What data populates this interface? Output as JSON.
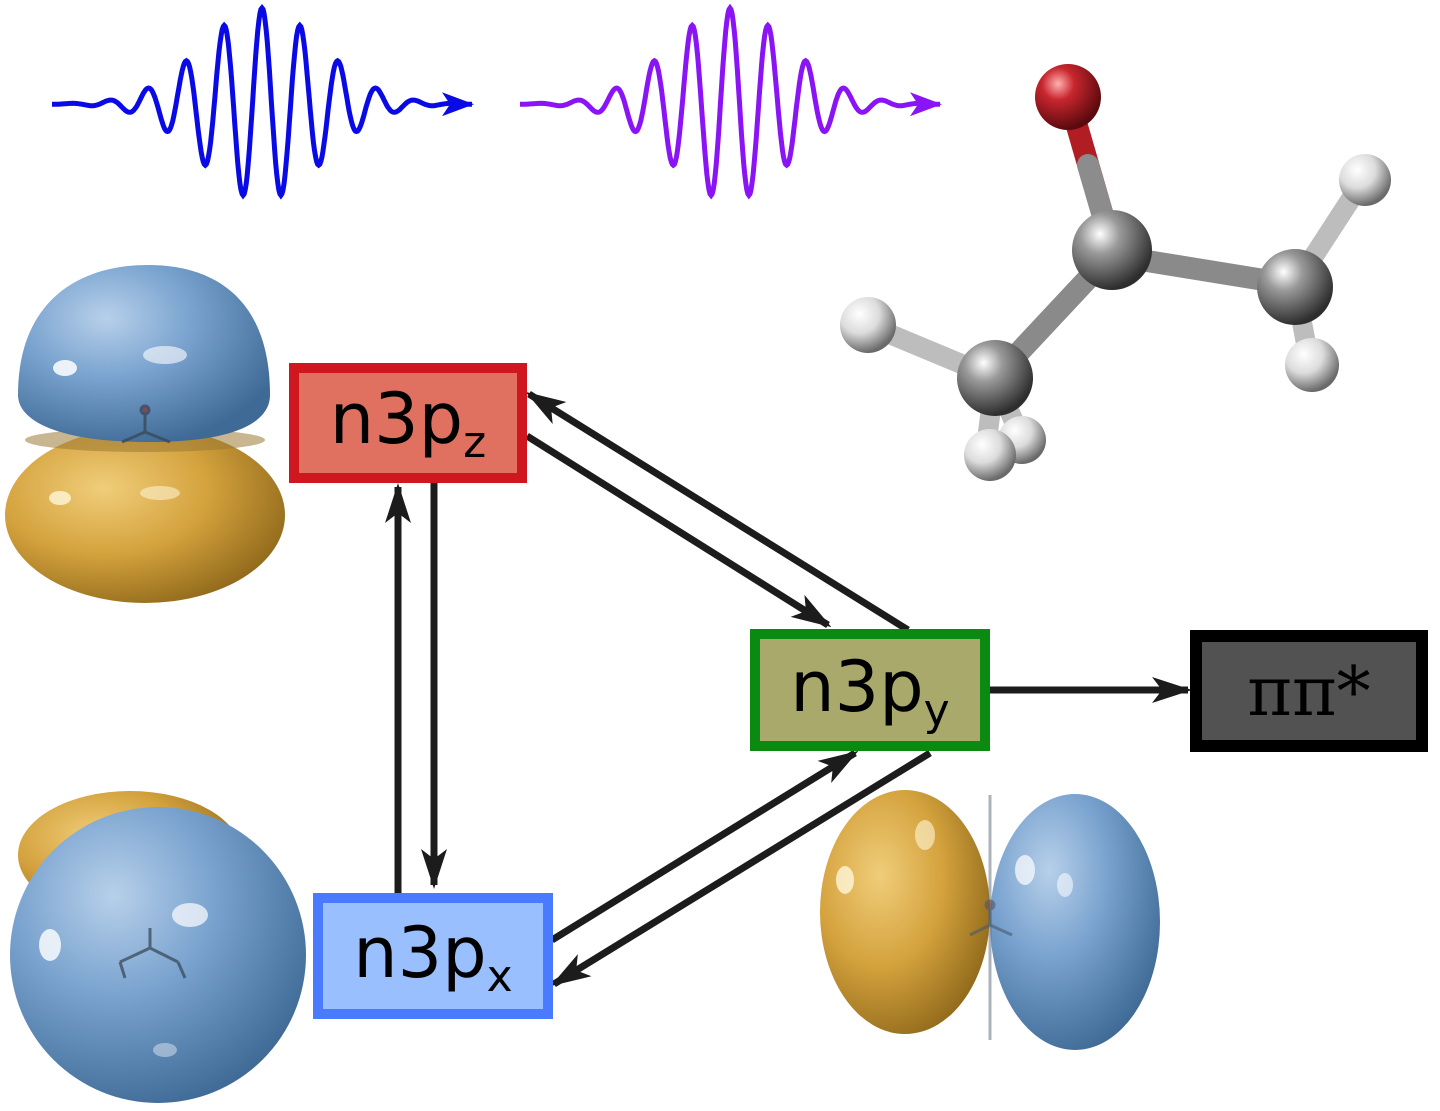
{
  "states": {
    "n3pz": {
      "base": "n3p",
      "sub": "z",
      "fill": "#e07060",
      "border": "#d0161e"
    },
    "n3px": {
      "base": "n3p",
      "sub": "x",
      "fill": "#99bfff",
      "border": "#4a7bff"
    },
    "n3py": {
      "base": "n3p",
      "sub": "y",
      "fill": "#a9a96c",
      "border": "#0b8a12"
    },
    "pipi": {
      "label": "ππ*",
      "fill": "#525252",
      "border": "#000000",
      "text_color": "#ffffff"
    }
  },
  "pulses": [
    {
      "color": "#0a0ae6"
    },
    {
      "color": "#8a14f5"
    }
  ],
  "orbital_colors": {
    "blue": "#6f9ac8",
    "gold": "#d4a23d"
  },
  "atom_colors": {
    "carbon": "#8c8c8c",
    "oxygen": "#c8262e",
    "hydrogen": "#e8e8e8"
  },
  "arrow_color": "#1c1c1c"
}
